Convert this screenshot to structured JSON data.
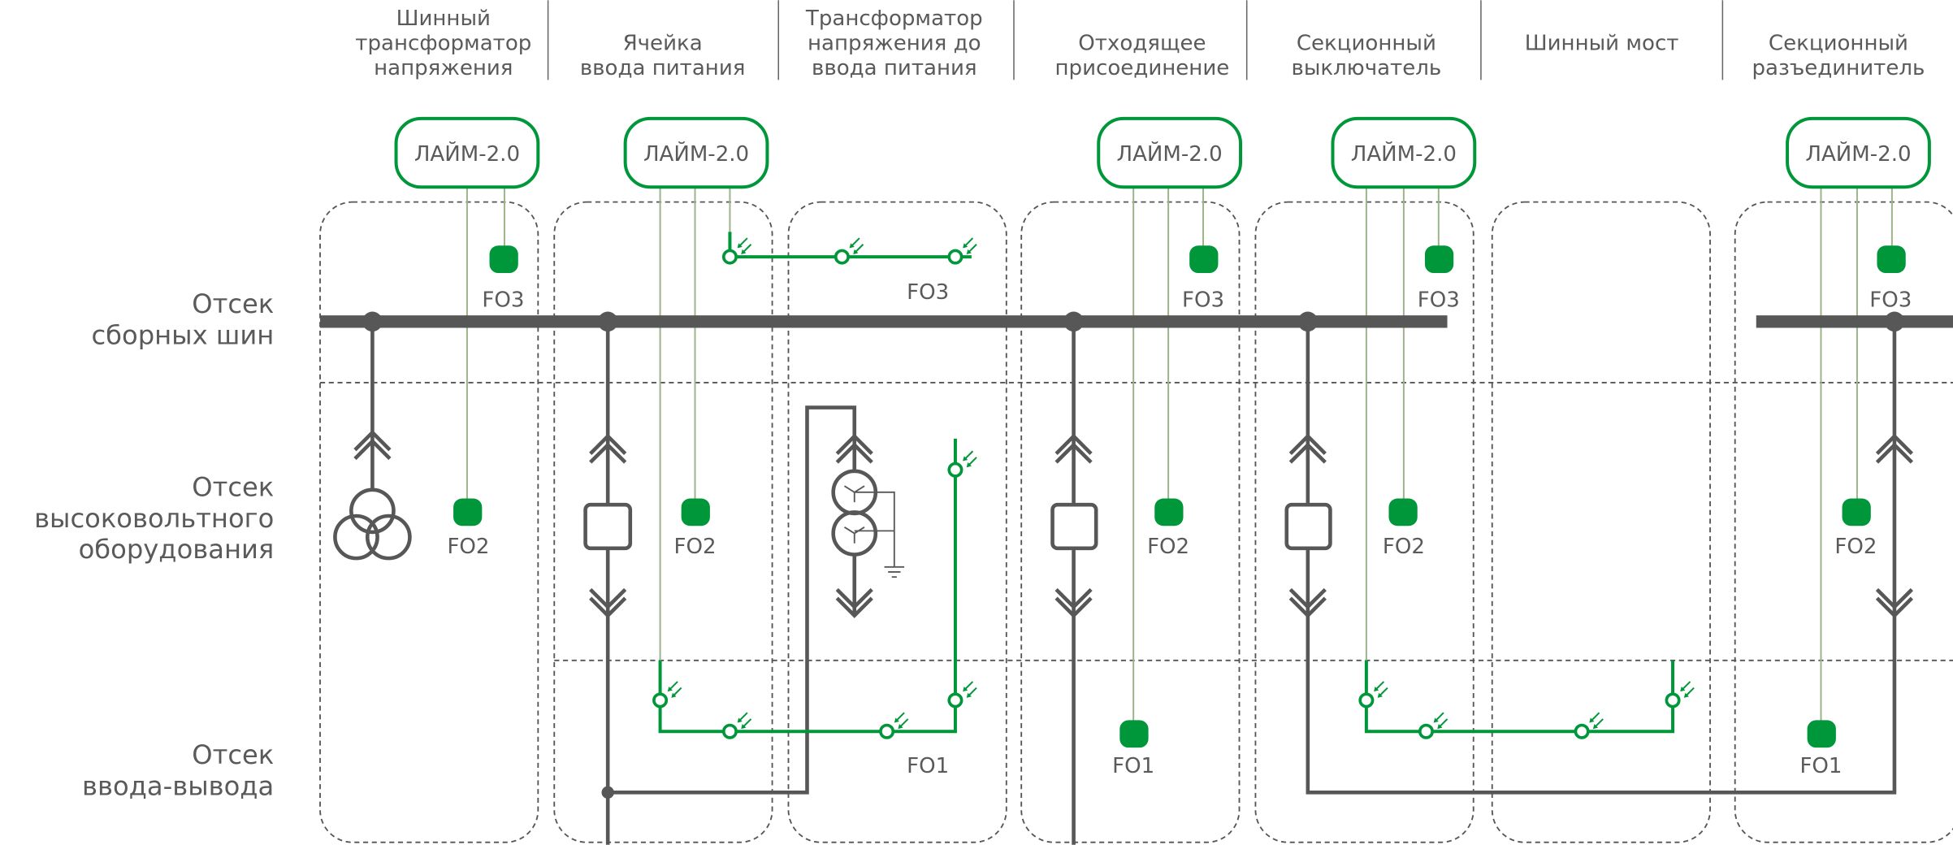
{
  "header": {
    "columns": [
      {
        "lines": [
          "Шинный",
          "трансформатор",
          "напряжения"
        ]
      },
      {
        "lines": [
          "Ячейка",
          "ввода питания"
        ]
      },
      {
        "lines": [
          "Трансформатор",
          "напряжения до",
          "ввода питания"
        ]
      },
      {
        "lines": [
          "Отходящее",
          "присоединение"
        ]
      },
      {
        "lines": [
          "Секционный",
          "выключатель"
        ]
      },
      {
        "lines": [
          "Шинный мост"
        ]
      },
      {
        "lines": [
          "Секционный",
          "разъединитель"
        ]
      }
    ]
  },
  "sections": {
    "busbar": [
      "Отсек",
      "сборных шин"
    ],
    "hv": [
      "Отсек",
      "высоковольтного",
      "оборудования"
    ],
    "io": [
      "Отсек",
      "ввода-вывода"
    ]
  },
  "device_label": "ЛАЙМ-2.0",
  "sensors": {
    "fo1": "FO1",
    "fo2": "FO2",
    "fo3": "FO3"
  },
  "colors": {
    "accent_green": "#00963a",
    "wire_gray": "#575757",
    "fiber_line": "#9db38a"
  }
}
